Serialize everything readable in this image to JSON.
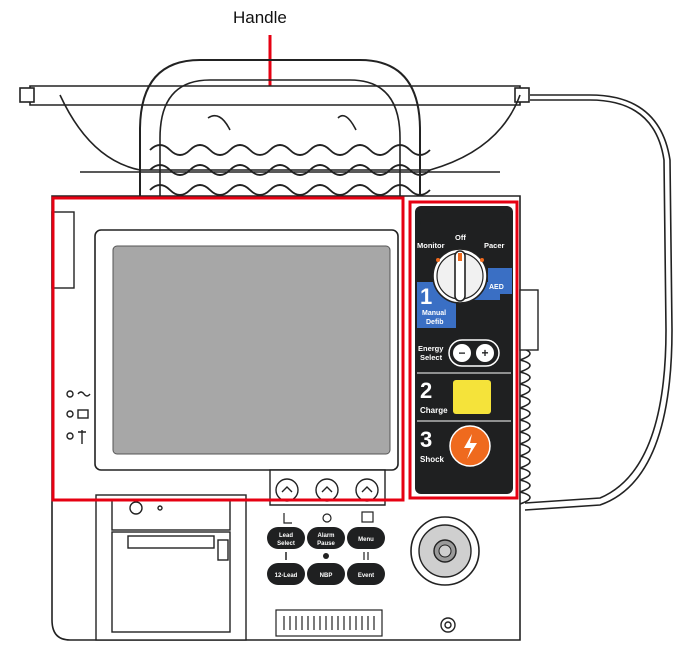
{
  "callout": {
    "handle_label": "Handle"
  },
  "panel": {
    "mode_monitor": "Monitor",
    "mode_off": "Off",
    "mode_pacer": "Pacer",
    "mode_aed": "AED",
    "step1_number": "1",
    "step1_label_line1": "Manual",
    "step1_label_line2": "Defib",
    "energy_label_line1": "Energy",
    "energy_label_line2": "Select",
    "minus": "−",
    "plus": "+",
    "step2_number": "2",
    "step2_label": "Charge",
    "step3_number": "3",
    "step3_label": "Shock"
  },
  "buttons": {
    "lead_select_line1": "Lead",
    "lead_select_line2": "Select",
    "alarm_pause_line1": "Alarm",
    "alarm_pause_line2": "Pause",
    "menu": "Menu",
    "twelve_lead": "12-Lead",
    "nbp": "NBP",
    "event": "Event"
  },
  "colors": {
    "highlight_box": "#e60012",
    "panel_dark": "#1f2021",
    "panel_blue": "#3a6fc4",
    "charge_yellow": "#f5e33a",
    "shock_orange": "#ef6a1e",
    "screen_gray": "#a7a7a7"
  }
}
